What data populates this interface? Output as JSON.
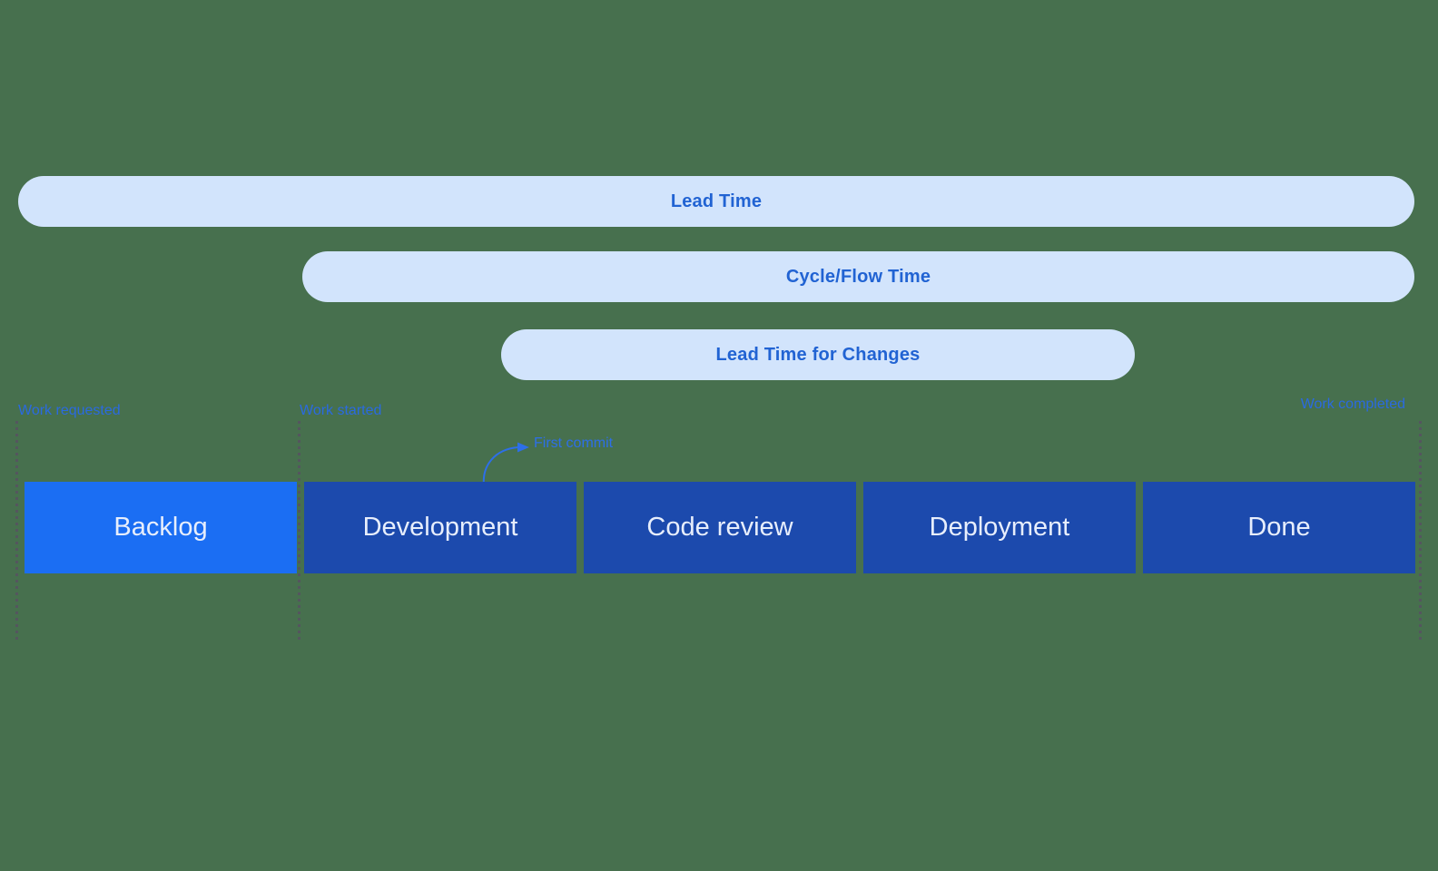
{
  "diagram": {
    "description": "Software delivery timeline metrics diagram",
    "duration_bars": [
      {
        "label": "Lead Time"
      },
      {
        "label": "Cycle/Flow Time"
      },
      {
        "label": "Lead Time for Changes"
      }
    ],
    "markers": [
      {
        "label": "Work requested"
      },
      {
        "label": "Work started"
      },
      {
        "label": "Work completed"
      }
    ],
    "annotation": {
      "label": "First commit"
    },
    "stages": [
      {
        "label": "Backlog"
      },
      {
        "label": "Development"
      },
      {
        "label": "Code review"
      },
      {
        "label": "Deployment"
      },
      {
        "label": "Done"
      }
    ],
    "colors": {
      "background": "#47704E",
      "pill_background": "#D2E4FC",
      "pill_text": "#2163D3",
      "stage_bar": "#1C4AAD",
      "stage_backlog": "#1B6EF3",
      "stage_text": "#E7EEFC",
      "marker_text": "#2A6AE0",
      "dotted_line": "#54565E",
      "annotation": "#2D6FE8"
    }
  }
}
